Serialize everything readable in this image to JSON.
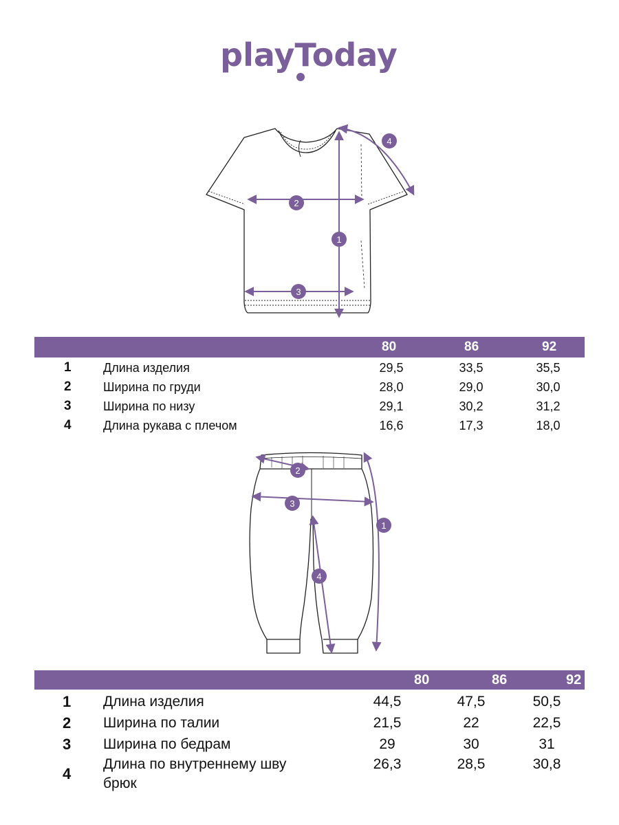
{
  "brand": {
    "logo_text": "playToday",
    "color": "#7a5f9a"
  },
  "shirt": {
    "sizes": [
      "80",
      "86",
      "92"
    ],
    "rows": [
      {
        "num": "1",
        "label": "Длина изделия",
        "values": [
          "29,5",
          "33,5",
          "35,5"
        ]
      },
      {
        "num": "2",
        "label": "Ширина по груди",
        "values": [
          "28,0",
          "29,0",
          "30,0"
        ]
      },
      {
        "num": "3",
        "label": "Ширина по низу",
        "values": [
          "29,1",
          "30,2",
          "31,2"
        ]
      },
      {
        "num": "4",
        "label": "Длина рукава с плечом",
        "values": [
          "16,6",
          "17,3",
          "18,0"
        ]
      }
    ]
  },
  "pants": {
    "sizes": [
      "80",
      "86",
      "92"
    ],
    "rows": [
      {
        "num": "1",
        "label": "Длина изделия",
        "values": [
          "44,5",
          "47,5",
          "50,5"
        ]
      },
      {
        "num": "2",
        "label": "Ширина по талии",
        "values": [
          "21,5",
          "22",
          "22,5"
        ]
      },
      {
        "num": "3",
        "label": "Ширина по бедрам",
        "values": [
          "29",
          "30",
          "31"
        ]
      },
      {
        "num": "4",
        "label_line1": "Длина по внутреннему шву",
        "label_line2": "брюк",
        "values": [
          "26,3",
          "28,5",
          "30,8"
        ]
      }
    ]
  },
  "markers": {
    "m1": "1",
    "m2": "2",
    "m3": "3",
    "m4": "4"
  }
}
